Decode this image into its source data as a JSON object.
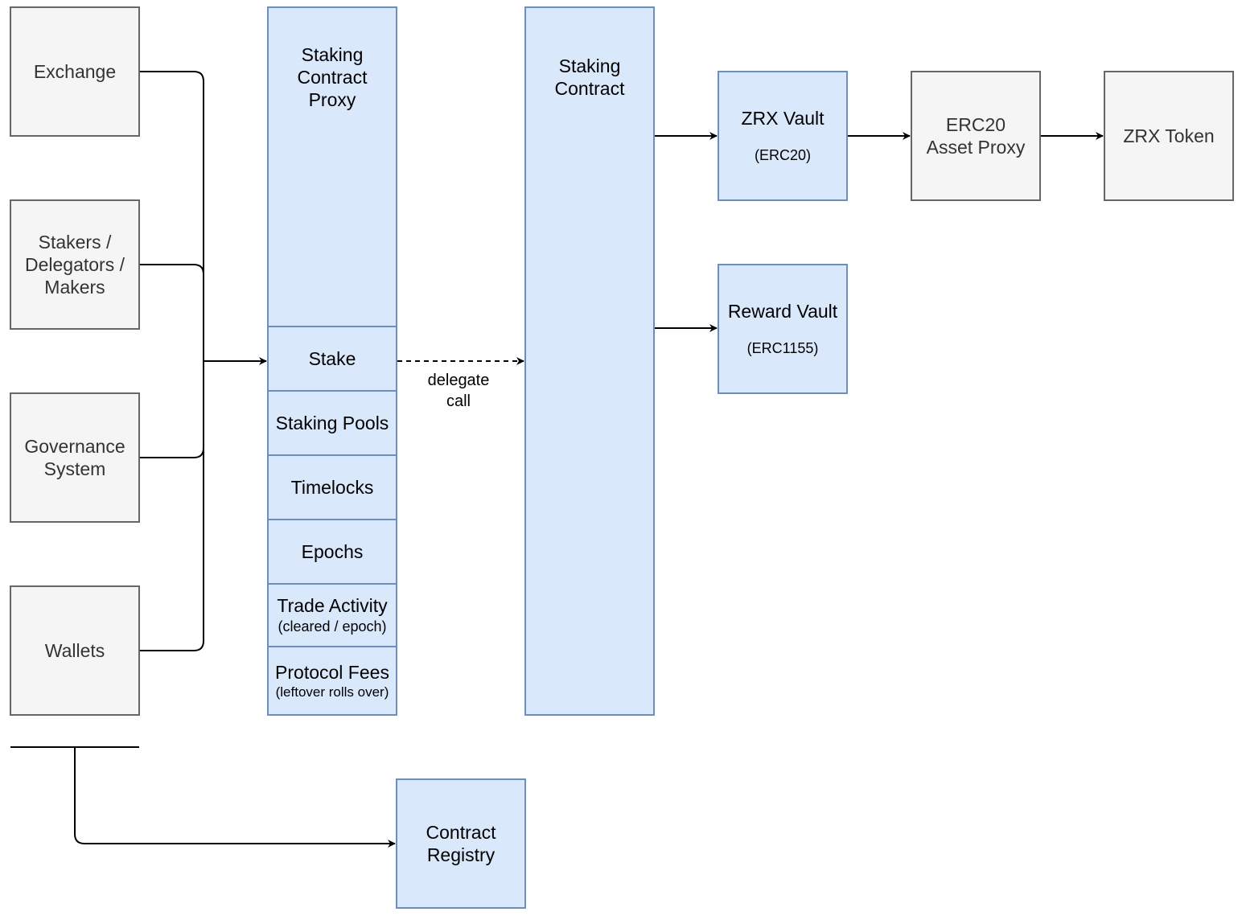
{
  "colors": {
    "grey_fill": "#f5f5f5",
    "grey_stroke": "#666666",
    "blue_fill": "#dae8fc",
    "blue_stroke": "#6c8ebf",
    "line": "#000000"
  },
  "clients": {
    "exchange": "Exchange",
    "stakers": "Stakers /\nDelegators /\nMakers",
    "governance": "Governance\nSystem",
    "wallets": "Wallets"
  },
  "proxy": {
    "title": "Staking\nContract\nProxy",
    "modules": {
      "stake": "Stake",
      "staking_pools": "Staking Pools",
      "timelocks": "Timelocks",
      "epochs": "Epochs",
      "trade_activity": {
        "label": "Trade Activity",
        "note": "(cleared / epoch)"
      },
      "protocol_fees": {
        "label": "Protocol Fees",
        "note": "(leftover rolls over)"
      }
    }
  },
  "delegate_label": "delegate\ncall",
  "staking_contract": "Staking\nContract",
  "zrx_vault": {
    "label": "ZRX Vault",
    "note": "(ERC20)"
  },
  "reward_vault": {
    "label": "Reward Vault",
    "note": "(ERC1155)"
  },
  "erc20_proxy": "ERC20\nAsset Proxy",
  "zrx_token": "ZRX Token",
  "contract_registry": "Contract\nRegistry"
}
